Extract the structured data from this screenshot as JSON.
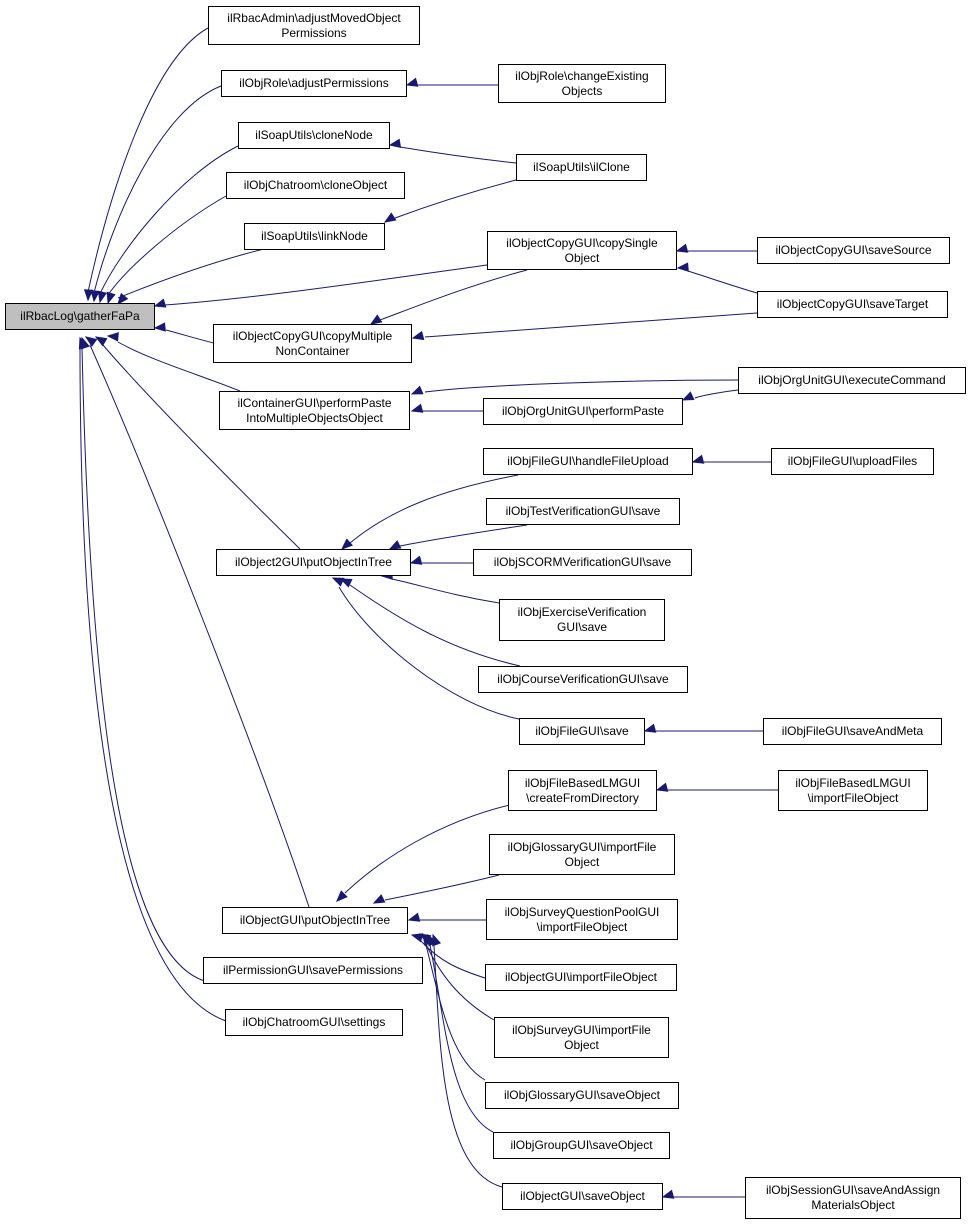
{
  "colors": {
    "edge": "#191970",
    "root_fill": "#bfbfbf",
    "node_fill": "#ffffff",
    "border": "#000000"
  },
  "nodes": {
    "n0": [
      "ilRbacLog\\gatherFaPa"
    ],
    "n1": [
      "ilRbacAdmin\\adjustMovedObject",
      "Permissions"
    ],
    "n2": [
      "ilObjRole\\adjustPermissions"
    ],
    "n3": [
      "ilObjRole\\changeExisting",
      "Objects"
    ],
    "n4": [
      "ilSoapUtils\\cloneNode"
    ],
    "n5": [
      "ilSoapUtils\\ilClone"
    ],
    "n6": [
      "ilObjChatroom\\cloneObject"
    ],
    "n7": [
      "ilSoapUtils\\linkNode"
    ],
    "n8": [
      "ilObjectCopyGUI\\copySingle",
      "Object"
    ],
    "n9": [
      "ilObjectCopyGUI\\saveSource"
    ],
    "n10": [
      "ilObjectCopyGUI\\saveTarget"
    ],
    "n11": [
      "ilObjectCopyGUI\\copyMultiple",
      "NonContainer"
    ],
    "n12": [
      "ilContainerGUI\\performPaste",
      "IntoMultipleObjectsObject"
    ],
    "n13": [
      "ilObjOrgUnitGUI\\executeCommand"
    ],
    "n14": [
      "ilObjOrgUnitGUI\\performPaste"
    ],
    "n15": [
      "ilObjFileGUI\\handleFileUpload"
    ],
    "n16": [
      "ilObjFileGUI\\uploadFiles"
    ],
    "n17": [
      "ilObjTestVerificationGUI\\save"
    ],
    "n18": [
      "ilObject2GUI\\putObjectInTree"
    ],
    "n19": [
      "ilObjSCORMVerificationGUI\\save"
    ],
    "n20": [
      "ilObjExerciseVerification",
      "GUI\\save"
    ],
    "n21": [
      "ilObjCourseVerificationGUI\\save"
    ],
    "n22": [
      "ilObjFileGUI\\save"
    ],
    "n23": [
      "ilObjFileGUI\\saveAndMeta"
    ],
    "n24": [
      "ilObjFileBasedLMGUI",
      "\\createFromDirectory"
    ],
    "n25": [
      "ilObjFileBasedLMGUI",
      "\\importFileObject"
    ],
    "n26": [
      "ilObjGlossaryGUI\\importFile",
      "Object"
    ],
    "n27": [
      "ilObjectGUI\\putObjectInTree"
    ],
    "n28": [
      "ilObjSurveyQuestionPoolGUI",
      "\\importFileObject"
    ],
    "n29": [
      "ilPermissionGUI\\savePermissions"
    ],
    "n30": [
      "ilObjectGUI\\importFileObject"
    ],
    "n31": [
      "ilObjChatroomGUI\\settings"
    ],
    "n32": [
      "ilObjSurveyGUI\\importFile",
      "Object"
    ],
    "n33": [
      "ilObjGlossaryGUI\\saveObject"
    ],
    "n34": [
      "ilObjGroupGUI\\saveObject"
    ],
    "n35": [
      "ilObjectGUI\\saveObject"
    ],
    "n36": [
      "ilObjSessionGUI\\saveAndAssign",
      "MaterialsObject"
    ]
  }
}
